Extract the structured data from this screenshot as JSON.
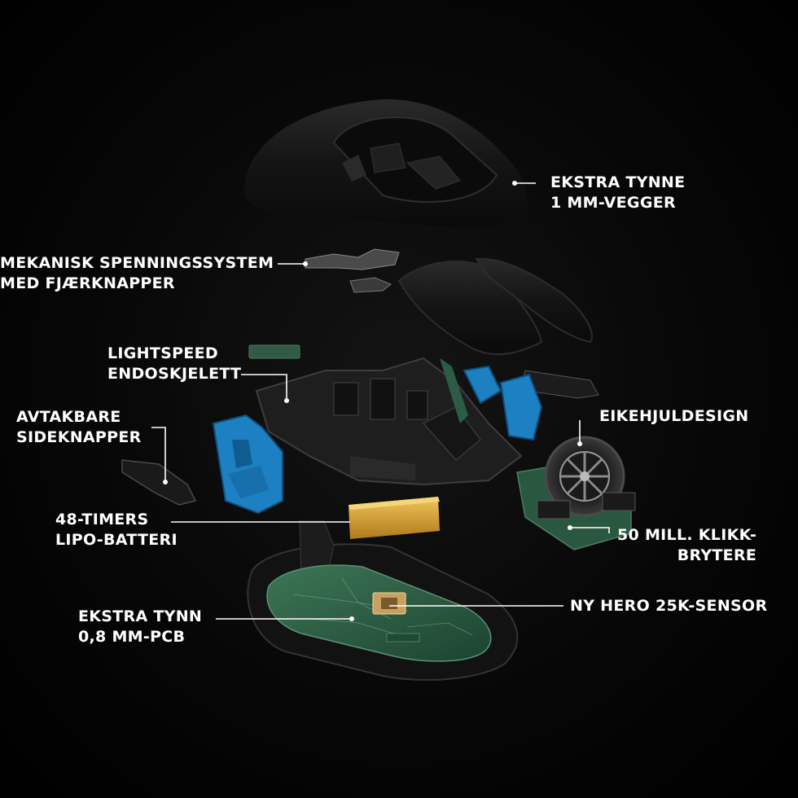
{
  "callouts": {
    "walls": {
      "line1": "EKSTRA TYNNE",
      "line2": "1 MM-VEGGER"
    },
    "tension": {
      "line1": "MEKANISK SPENNINGSSYSTEM",
      "line2": "MED FJÆRKNAPPER"
    },
    "exoskeleton": {
      "line1": "LIGHTSPEED",
      "line2": "ENDOSKJELETT"
    },
    "side_buttons": {
      "line1": "AVTAKBARE",
      "line2": "SIDEKNAPPER"
    },
    "wheel": {
      "line1": "EIKEHJULDESIGN"
    },
    "battery": {
      "line1": "48-TIMERS",
      "line2": "LIPO-BATTERI"
    },
    "switches": {
      "line1": "50 MILL. KLIKK-",
      "line2": "BRYTERE"
    },
    "sensor": {
      "line1": "NY HERO 25K-SENSOR"
    },
    "pcb": {
      "line1": "EKSTRA TYNN",
      "line2": "0,8 MM-PCB"
    }
  },
  "colors": {
    "background": "#000000",
    "shell": "#161616",
    "blue_parts": "#1e86c8",
    "battery": "#d9a437",
    "pcb": "#2b5a40",
    "text": "#ffffff"
  }
}
